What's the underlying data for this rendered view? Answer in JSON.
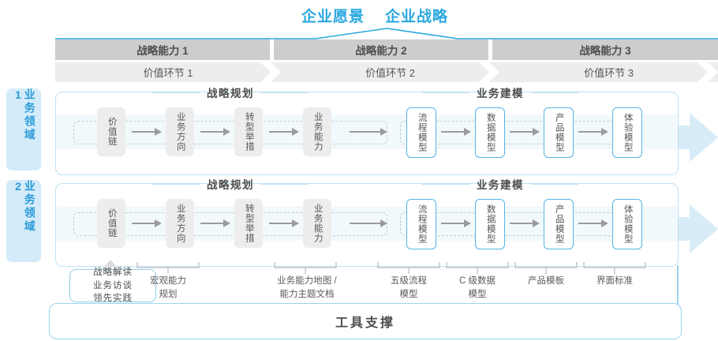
{
  "header": {
    "titles": [
      "企业愿景",
      "企业战略"
    ],
    "accent_color": "#29a8e0"
  },
  "capability_bar": {
    "items": [
      {
        "label": "战略能力 1"
      },
      {
        "label": "战略能力 2"
      },
      {
        "label": "战略能力 3"
      }
    ],
    "bg_color": "#cdcdcd",
    "text_color": "#4d4d4d"
  },
  "value_bar": {
    "items": [
      {
        "label": "价值环节 1"
      },
      {
        "label": "价值环节 2"
      },
      {
        "label": "价值环节 3"
      }
    ],
    "bg_color": "#ededed",
    "text_color": "#555555"
  },
  "side_labels": [
    {
      "label": "业务领域 1"
    },
    {
      "label": "业务领域 2"
    }
  ],
  "section_headers": [
    {
      "label": "战略规划"
    },
    {
      "label": "业务建模"
    }
  ],
  "nodes": {
    "planning": [
      {
        "label": "价值链",
        "style": "gray"
      },
      {
        "label": "业务方向",
        "style": "gray"
      },
      {
        "label": "转型举措",
        "style": "gray"
      },
      {
        "label": "业务能力",
        "style": "gray"
      }
    ],
    "modeling": [
      {
        "label": "流程模型",
        "style": "blue"
      },
      {
        "label": "数据模型",
        "style": "blue"
      },
      {
        "label": "产品模型",
        "style": "blue"
      },
      {
        "label": "体验模型",
        "style": "blue"
      }
    ]
  },
  "bottom": {
    "tool_box": "战略解读\n业务访谈\n领先实践",
    "tool_box_lines": [
      "战略解读",
      "业务访谈",
      "领先实践"
    ],
    "labels": [
      {
        "lines": [
          "宏观能力",
          "规划"
        ]
      },
      {
        "lines": [
          "业务能力地图 /",
          "能力主题文档"
        ]
      },
      {
        "lines": [
          "五级流程",
          "模型"
        ]
      },
      {
        "lines": [
          "C 级数据",
          "模型"
        ]
      },
      {
        "lines": [
          "产品模板"
        ]
      },
      {
        "lines": [
          "界面标准"
        ]
      }
    ]
  },
  "tool_support": {
    "label": "工具支撑",
    "border_color": "#9bd4ef"
  },
  "colors": {
    "blue_accent": "#29a8e0",
    "blue_border": "#54b4e4",
    "pale_blue": "#d8ecf7",
    "band": "#f2f9fd",
    "side_bg": "#d4ecfa",
    "gray_node": "#ededed"
  }
}
